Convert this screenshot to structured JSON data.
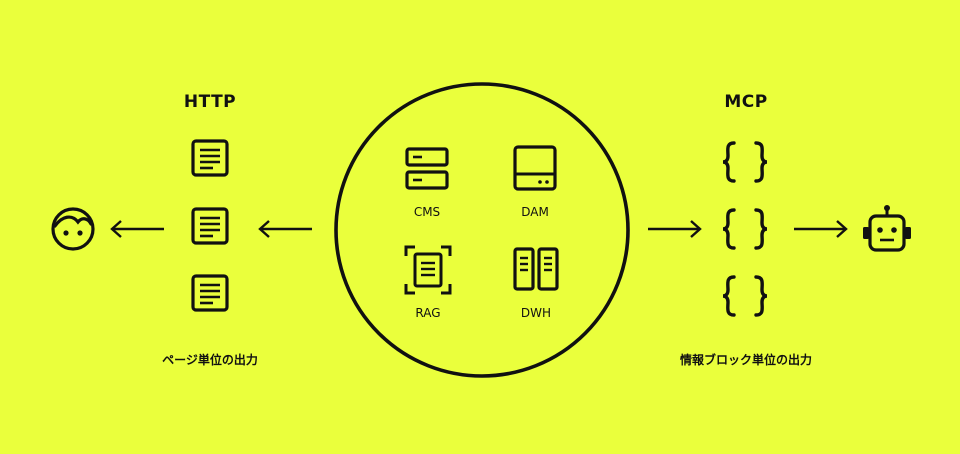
{
  "left": {
    "heading": "HTTP",
    "caption": "ページ単位の出力"
  },
  "right": {
    "heading": "MCP",
    "caption": "情報ブロック単位の出力"
  },
  "center": {
    "items": [
      {
        "label": "CMS",
        "icon": "server-icon"
      },
      {
        "label": "DAM",
        "icon": "drive-icon"
      },
      {
        "label": "RAG",
        "icon": "document-scan-icon"
      },
      {
        "label": "DWH",
        "icon": "database-columns-icon"
      }
    ]
  },
  "colors": {
    "background": "#eaff3c",
    "stroke": "#111111"
  }
}
